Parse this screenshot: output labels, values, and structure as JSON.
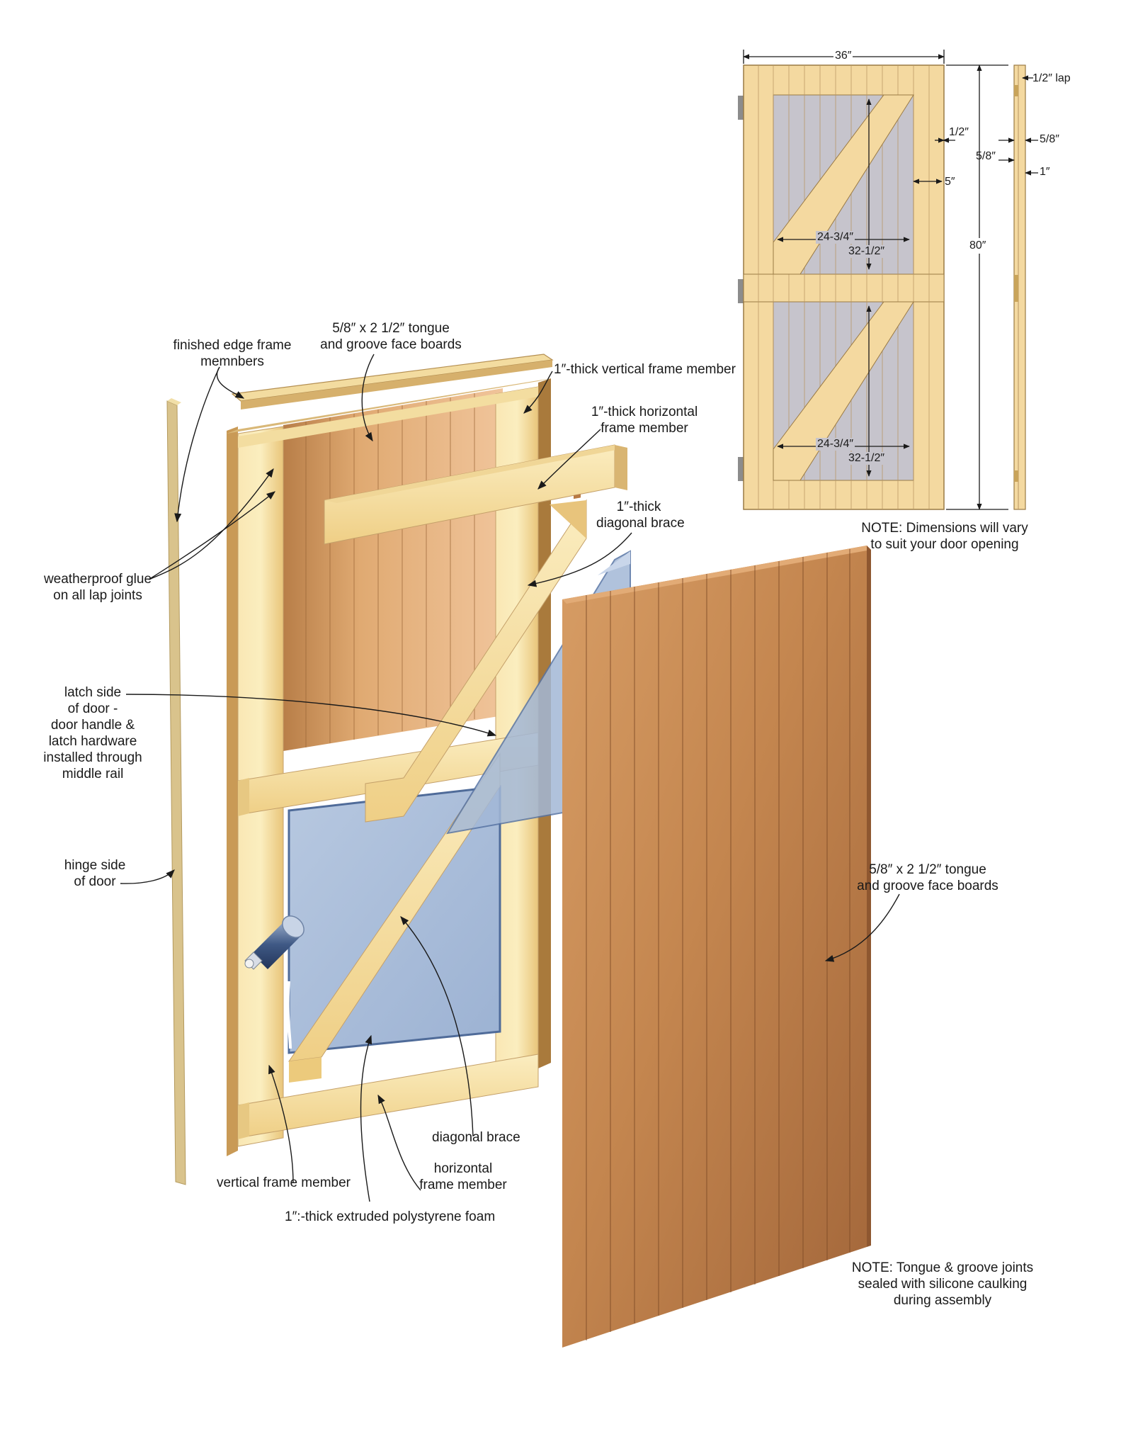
{
  "labels": {
    "finished_edge": "finished edge frame\nmemnbers",
    "face_boards_top": "5/8″ x 2 1/2″ tongue\nand groove face boards",
    "vertical_1in": "1″-thick vertical frame member",
    "horizontal_1in": "1″-thick horizontal\nframe member",
    "diagonal_1in": "1″-thick\ndiagonal brace",
    "glue": "weatherproof glue\non all lap joints",
    "latch_side": "latch side\nof door -\ndoor handle &\nlatch hardware\ninstalled through\nmiddle rail",
    "hinge_side": "hinge side\nof door",
    "face_boards_right": "5/8″ x 2 1/2″ tongue\nand groove face boards",
    "diagonal_brace": "diagonal brace",
    "horizontal_member": "horizontal\nframe member",
    "vertical_member": "vertical frame member",
    "foam": "1″:-thick extruded polystyrene foam",
    "note_caulk": "NOTE: Tongue & groove joints\nsealed with silicone caulking\nduring assembly",
    "note_dimensions": "NOTE: Dimensions will vary\nto suit your door opening"
  },
  "dimensions": {
    "width": "36″",
    "height": "80″",
    "lap": "1/2″ lap",
    "edge_half": "1/2″",
    "stile_5": "5″",
    "panel_w_top": "24-3/4″",
    "panel_h_top": "32-1/2″",
    "panel_w_bottom": "24-3/4″",
    "panel_h_bottom": "32-1/2″",
    "side_58_right": "5/8″",
    "side_58_left": "5/8″",
    "side_1": "1″"
  },
  "colors": {
    "pine_light": "#f6e2a8",
    "pine_mid": "#ecca7c",
    "pine_dark": "#c9a45a",
    "cedar_light": "#c98b55",
    "cedar_dark": "#a9683a",
    "foam": "#a8bcd8",
    "foam_edge": "#5f7aa8",
    "panel_gray": "#c6c4cc"
  }
}
